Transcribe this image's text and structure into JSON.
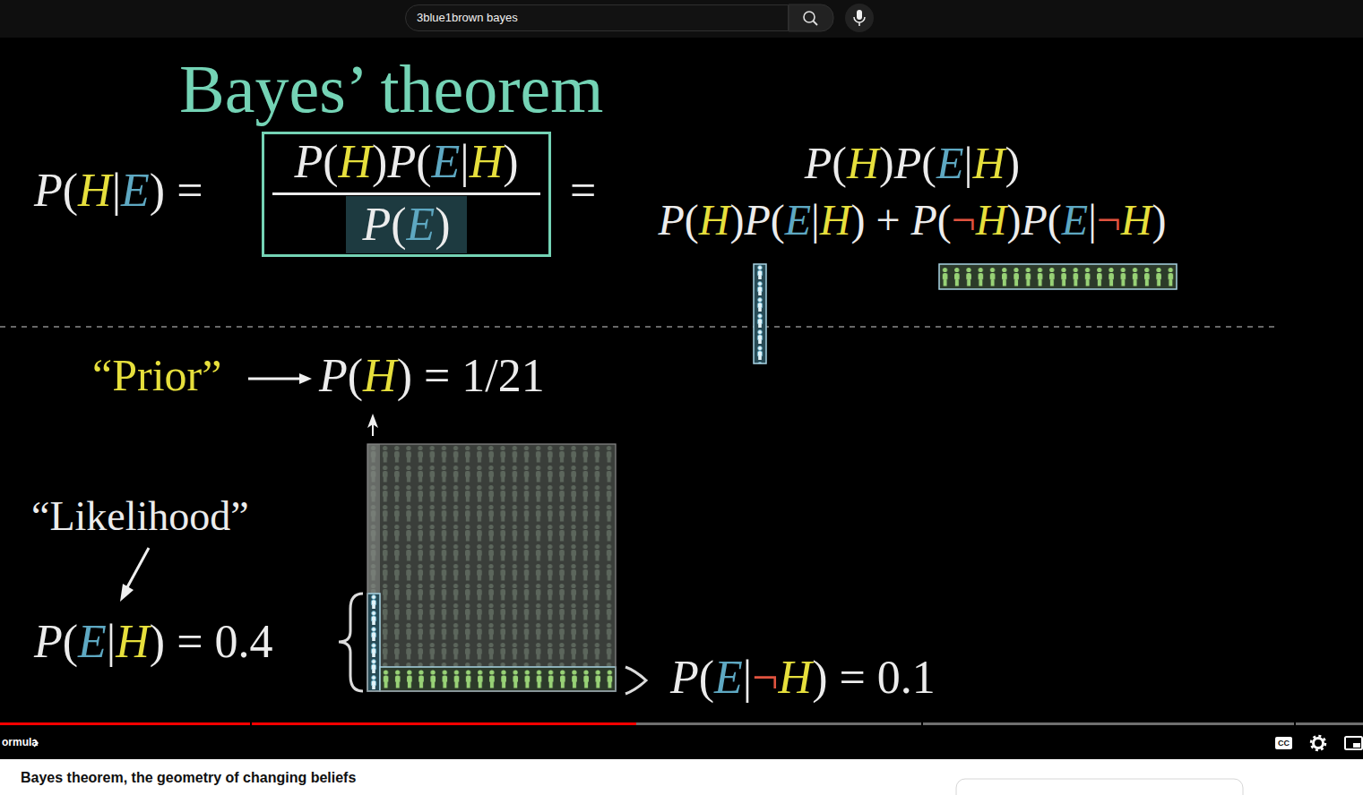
{
  "diagram": {
    "title": "Bayes’ theorem",
    "nodes": [
      {
        "text": [
          "3blue1brown bayes"
        ]
      },
      {
        "text": [
          "P(H)P(E|H)",
          "P(E)"
        ]
      },
      {
        "text": [
          "CC"
        ]
      }
    ],
    "labels": [
      "P(H|E) =",
      "=",
      "P(H)P(E|H)",
      "P(H)P(E|H) + P(¬H)P(E|¬H)",
      "“Prior”",
      "P(H) = 1/21",
      "“Likelihood”",
      "P(E|H) = 0.4",
      "P(E|¬H) = 0.1",
      "ormula",
      "Bayes theorem, the geometry of changing beliefs"
    ]
  }
}
